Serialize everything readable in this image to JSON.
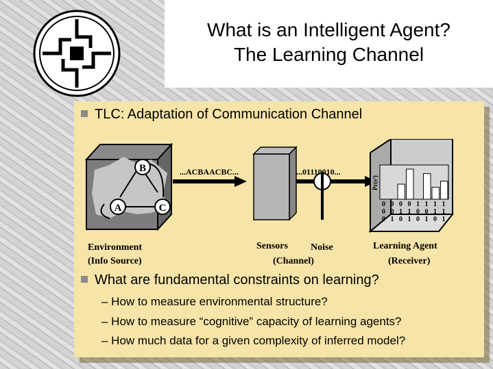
{
  "title": {
    "line1": "What is an Intelligent Agent?",
    "line2": "The Learning Channel"
  },
  "bullets": [
    {
      "text": "TLC: Adaptation of Communication Channel"
    },
    {
      "text": "What are fundamental constraints on learning?",
      "subs": [
        "– How to measure environmental structure?",
        "– How to measure “cognitive” capacity of learning agents?",
        "– How much data for a given complexity of inferred model?"
      ]
    }
  ],
  "diagram": {
    "nodes": [
      "A",
      "B",
      "C"
    ],
    "symbol_stream": "...ACBAACBC...",
    "bit_stream": "...01110010...",
    "y_axis": "Pr(s³)",
    "histogram": [
      0,
      0,
      0.5,
      1,
      0,
      0.85,
      0.4,
      0.6
    ],
    "bit_rows": [
      [
        "0",
        "0",
        "0",
        "0",
        "1",
        "1",
        "1",
        "1"
      ],
      [
        "0",
        "0",
        "1",
        "1",
        "0",
        "0",
        "1",
        "1"
      ],
      [
        "0",
        "1",
        "0",
        "1",
        "0",
        "1",
        "0",
        "1"
      ]
    ],
    "labels": {
      "env": "Environment",
      "env_sub": "(Info Source)",
      "sensors": "Sensors",
      "sensors_sub": "(Channel)",
      "noise": "Noise",
      "agent": "Learning Agent",
      "agent_sub": "(Receiver)"
    }
  }
}
